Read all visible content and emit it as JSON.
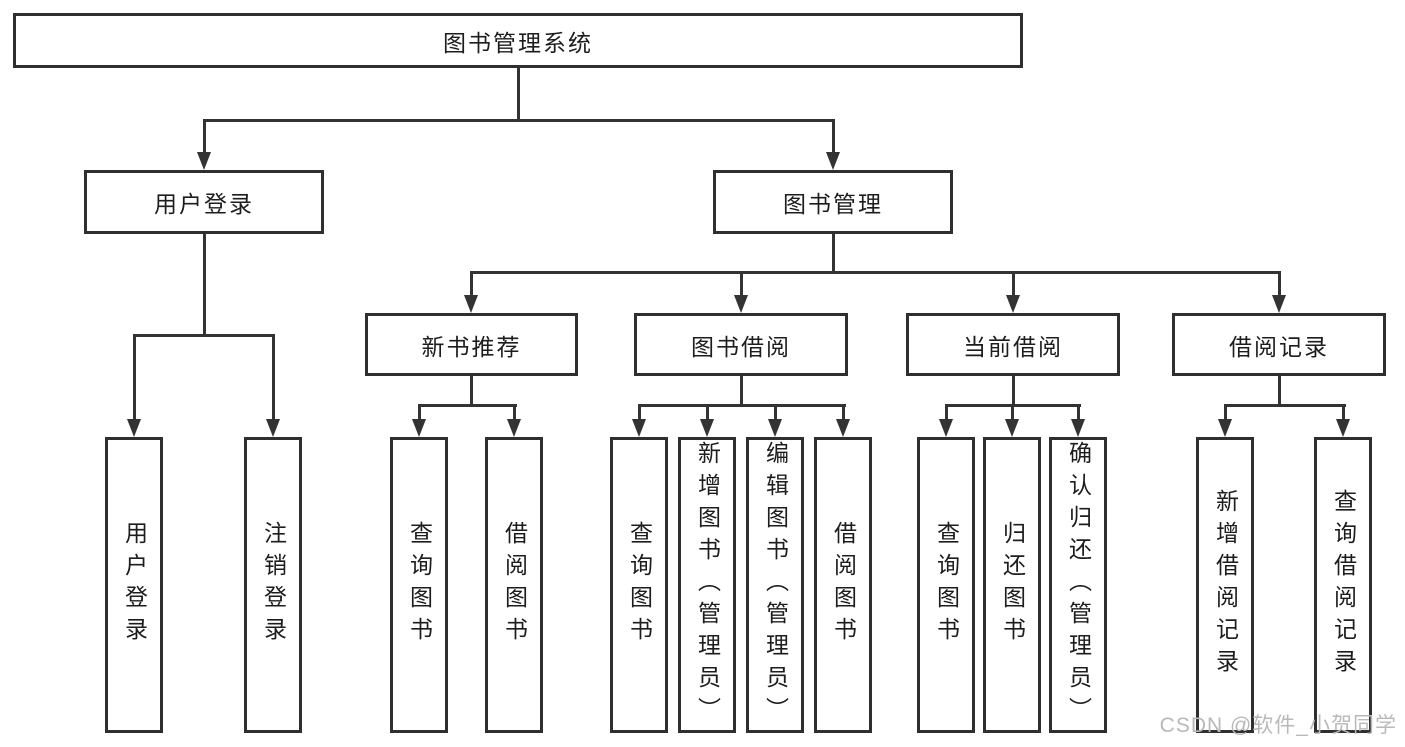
{
  "tree": {
    "root": {
      "label": "图书管理系统"
    },
    "branches": [
      {
        "label": "用户登录",
        "children": [
          {
            "label": "用户登录"
          },
          {
            "label": "注销登录"
          }
        ]
      },
      {
        "label": "图书管理",
        "children": [
          {
            "label": "新书推荐",
            "children": [
              {
                "label": "查询图书"
              },
              {
                "label": "借阅图书"
              }
            ]
          },
          {
            "label": "图书借阅",
            "children": [
              {
                "label": "查询图书"
              },
              {
                "label": "新增图书（管理员）"
              },
              {
                "label": "编辑图书（管理员）"
              },
              {
                "label": "借阅图书"
              }
            ]
          },
          {
            "label": "当前借阅",
            "children": [
              {
                "label": "查询图书"
              },
              {
                "label": "归还图书"
              },
              {
                "label": "确认归还（管理员）"
              }
            ]
          },
          {
            "label": "借阅记录",
            "children": [
              {
                "label": "新增借阅记录"
              },
              {
                "label": "查询借阅记录"
              }
            ]
          }
        ]
      }
    ]
  },
  "watermark": {
    "text": "CSDN @软件_小贺同学"
  },
  "colors": {
    "line": "#333333",
    "box_border": "#2f2f2f",
    "text": "#1d1d1d",
    "watermark": "#b9b9b9",
    "background": "#ffffff"
  }
}
